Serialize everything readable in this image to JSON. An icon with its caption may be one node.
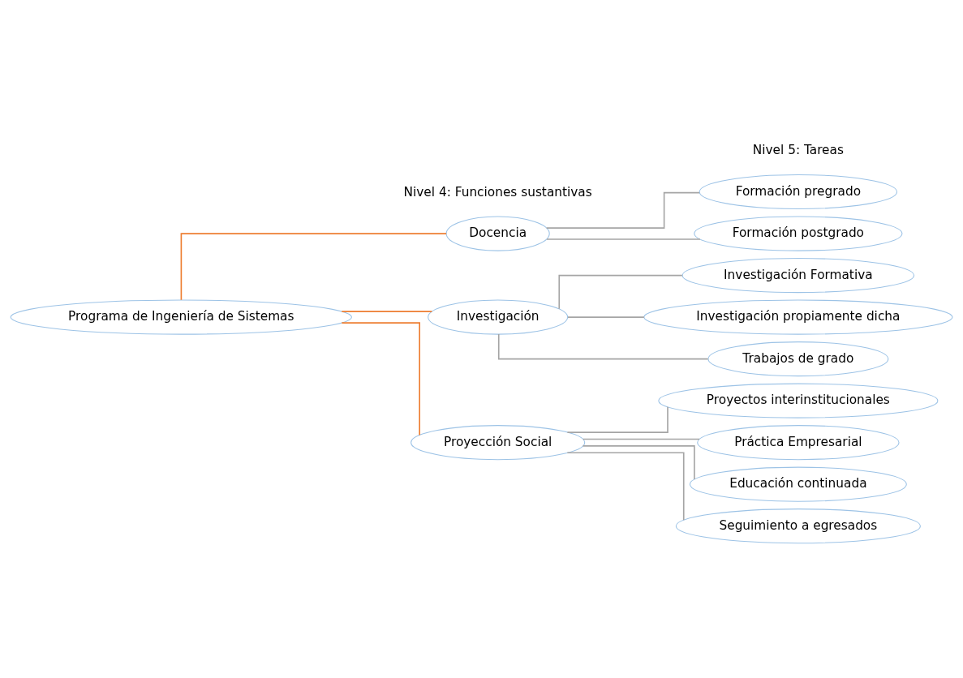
{
  "diagram": {
    "nodes": [
      {
        "text": [
          "Programa de Ingeniería de Sistemas"
        ]
      },
      {
        "text": [
          "Docencia"
        ]
      },
      {
        "text": [
          "Investigación"
        ]
      },
      {
        "text": [
          "Proyección Social"
        ]
      },
      {
        "text": [
          "Formación pregrado"
        ]
      },
      {
        "text": [
          "Formación postgrado"
        ]
      },
      {
        "text": [
          "Investigación Formativa"
        ]
      },
      {
        "text": [
          "Investigación propiamente dicha"
        ]
      },
      {
        "text": [
          "Trabajos de grado"
        ]
      },
      {
        "text": [
          "Proyectos interinstitucionales"
        ]
      },
      {
        "text": [
          "Práctica Empresarial"
        ]
      },
      {
        "text": [
          "Educación continuada"
        ]
      },
      {
        "text": [
          "Seguimiento a egresados"
        ]
      }
    ],
    "edges": [
      {
        "from": 0,
        "to": 1,
        "arrow": "none",
        "color": "#ed7d31"
      },
      {
        "from": 0,
        "to": 2,
        "arrow": "none",
        "color": "#ed7d31"
      },
      {
        "from": 0,
        "to": 3,
        "arrow": "none",
        "color": "#ed7d31"
      },
      {
        "from": 1,
        "to": 4,
        "arrow": "none"
      },
      {
        "from": 1,
        "to": 5,
        "arrow": "none"
      },
      {
        "from": 2,
        "to": 6,
        "arrow": "none"
      },
      {
        "from": 2,
        "to": 7,
        "arrow": "none"
      },
      {
        "from": 2,
        "to": 8,
        "arrow": "none"
      },
      {
        "from": 3,
        "to": 9,
        "arrow": "none"
      },
      {
        "from": 3,
        "to": 10,
        "arrow": "none"
      },
      {
        "from": 3,
        "to": 11,
        "arrow": "none"
      },
      {
        "from": 3,
        "to": 12,
        "arrow": "none"
      }
    ],
    "labels": [
      "Nivel 4: Funciones sustantivas",
      "Nivel 5: Tareas"
    ]
  }
}
